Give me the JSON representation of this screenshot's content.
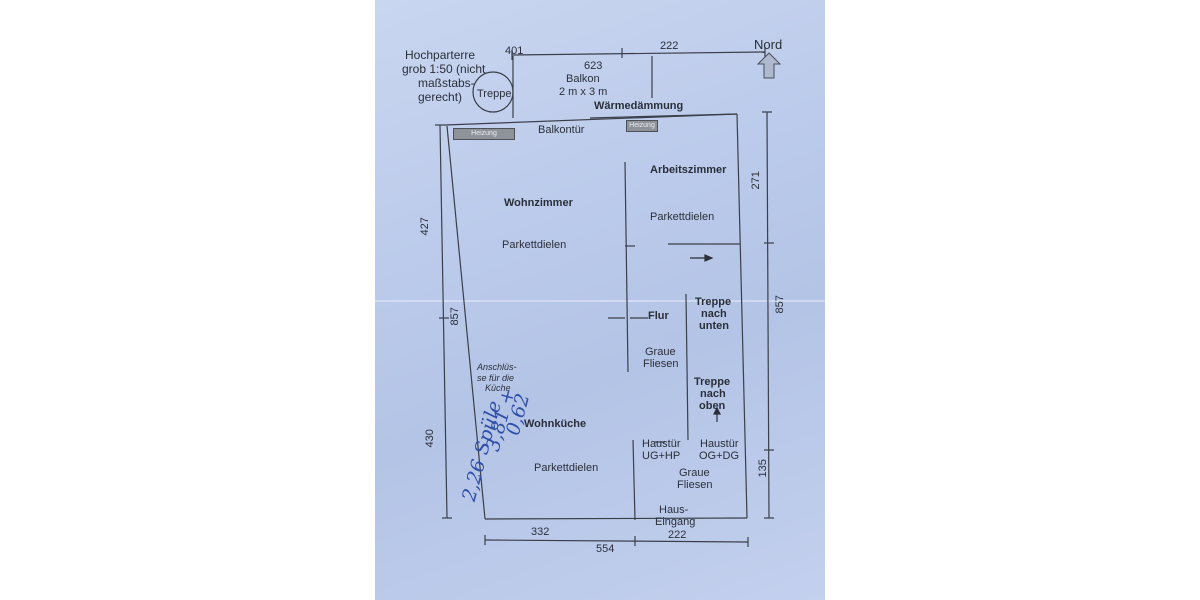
{
  "title_block": {
    "line1": "Hochparterre",
    "line2": "grob 1:50 (nicht",
    "line3": "maßstabs-",
    "line4": "gerecht)"
  },
  "north": {
    "label": "Nord",
    "icon": "north-arrow-icon"
  },
  "dimensions": {
    "top_left": "401",
    "top_mid": "623",
    "top_right": "222",
    "left_upper": "427",
    "left_lower": "430",
    "inner_left": "857",
    "right_upper": "271",
    "right_mid": "857",
    "right_lower": "135",
    "bottom_left": "332",
    "bottom_right": "222",
    "bottom_total": "554"
  },
  "labels": {
    "treppe_circle": "Treppe",
    "balkon": "Balkon",
    "balkon_size": "2 m x 3 m",
    "waermedaemmung": "Wärmedämmung",
    "balkontuer": "Balkontür",
    "heizung_left": "Heizung",
    "heizung_right": "Heizung",
    "wohnzimmer": "Wohnzimmer",
    "wohnzimmer_floor": "Parkettdielen",
    "arbeitszimmer": "Arbeitszimmer",
    "arbeitszimmer_floor": "Parkettdielen",
    "flur": "Flur",
    "flur_floor_1": "Graue",
    "flur_floor_2": "Fliesen",
    "treppe_unten_1": "Treppe",
    "treppe_unten_2": "nach",
    "treppe_unten_3": "unten",
    "treppe_oben_1": "Treppe",
    "treppe_oben_2": "nach",
    "treppe_oben_3": "oben",
    "anschluesse_1": "Anschlüs-",
    "anschluesse_2": "se für die",
    "anschluesse_3": "Küche",
    "wohnkueche": "Wohnküche",
    "wohnkueche_floor": "Parkettdielen",
    "haustuer_ug_1": "Haustür",
    "haustuer_ug_2": "UG+HP",
    "haustuer_og_1": "Haustür",
    "haustuer_og_2": "OG+DG",
    "entry_floor_1": "Graue",
    "entry_floor_2": "Fliesen",
    "hauseingang_1": "Haus-",
    "hauseingang_2": "Eingang"
  },
  "handwritten": {
    "line1": "2,26 Spüle",
    "line2": "3,81 +",
    "line3": "0,62"
  },
  "colors": {
    "paper": "#bccbeb",
    "ink": "#2a2f3a",
    "pen": "#2f4fa8",
    "heater": "#8e939a"
  }
}
